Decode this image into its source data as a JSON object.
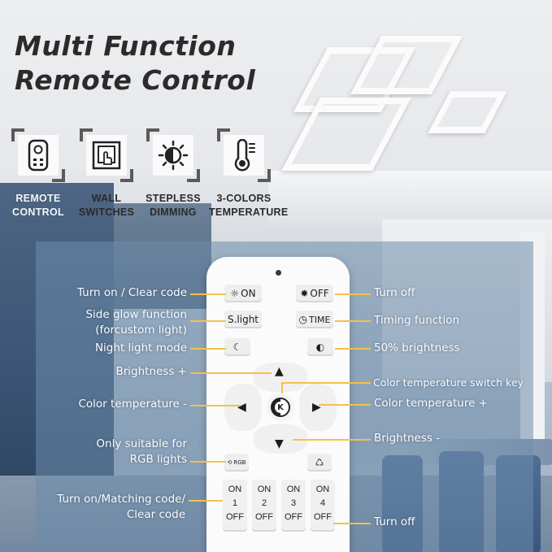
{
  "title": {
    "line1": "Multi Function",
    "line2": "Remote Control"
  },
  "features": [
    {
      "label": "REMOTE\nCONTROL",
      "icon": "remote-icon"
    },
    {
      "label": "WALL\nSWITCHES",
      "icon": "wall-switch-icon"
    },
    {
      "label": "STEPLESS\nDIMMING",
      "icon": "dimming-icon"
    },
    {
      "label": "3-COLORS\nTEMPERATURE",
      "icon": "thermometer-icon"
    }
  ],
  "remote_buttons": {
    "on": "ON",
    "off": "OFF",
    "slight": "S.light",
    "time": "TIME",
    "k": "K",
    "rgb": "RGB",
    "zones": [
      {
        "top": "ON",
        "num": "1",
        "bottom": "OFF"
      },
      {
        "top": "ON",
        "num": "2",
        "bottom": "OFF"
      },
      {
        "top": "ON",
        "num": "3",
        "bottom": "OFF"
      },
      {
        "top": "ON",
        "num": "4",
        "bottom": "OFF"
      }
    ]
  },
  "callouts": {
    "turn_on_clear": "Turn on / Clear code",
    "side_glow_1": "Side glow function",
    "side_glow_2": "(forcustom light)",
    "night_light": "Night light mode",
    "brightness_up": "Brightness +",
    "color_temp_minus": "Color temperature -",
    "rgb_1": "Only suitable for",
    "rgb_2": "RGB lights",
    "matching_1": "Turn on/Matching code/",
    "matching_2": "Clear code",
    "turn_off": "Turn off",
    "timing": "Timing function",
    "half_brightness": "50% brightness",
    "switch_key": "Color temperature switch key",
    "color_temp_plus": "Color temperature +",
    "brightness_down": "Brightness -",
    "turn_off_zone": "Turn off"
  },
  "colors": {
    "callout_line": "#f2c14e",
    "panel": "#6e8cac",
    "title": "#2b2b2b"
  }
}
